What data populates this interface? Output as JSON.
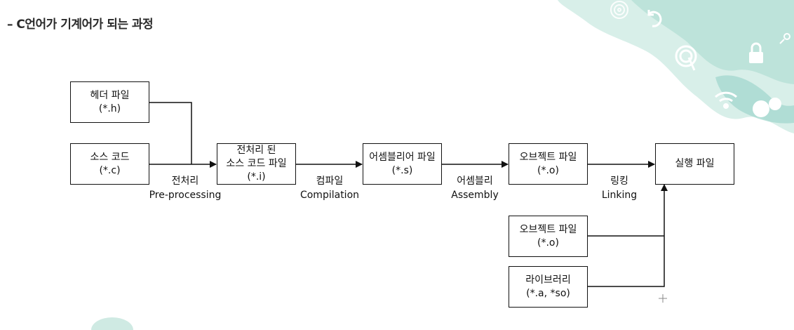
{
  "title": "– C언어가 기계어가 되는 과정",
  "colors": {
    "line": "#111111",
    "deco_light": "#cfeae3",
    "deco_mid": "#9fd6cc",
    "deco_icon": "#ffffff"
  },
  "boxes": {
    "header": {
      "line1": "헤더 파일",
      "line2": "(*.h)"
    },
    "source": {
      "line1": "소스 코드",
      "line2": "(*.c)"
    },
    "preprocessed": {
      "line1": "전처리 된",
      "line2": "소스 코드 파일",
      "line3": "(*.i)"
    },
    "assembly": {
      "line1": "어셈블리어 파일",
      "line2": "(*.s)"
    },
    "object_main": {
      "line1": "오브젝트 파일",
      "line2": "(*.o)"
    },
    "executable": {
      "line1": "실행 파일"
    },
    "object_extra": {
      "line1": "오브젝트 파일",
      "line2": "(*.o)"
    },
    "library": {
      "line1": "라이브러리",
      "line2": "(*.a, *so)"
    }
  },
  "steps": {
    "preprocess": {
      "ko": "전처리",
      "en": "Pre-processing"
    },
    "compile": {
      "ko": "컴파일",
      "en": "Compilation"
    },
    "assemble": {
      "ko": "어셈블리",
      "en": "Assembly"
    },
    "link": {
      "ko": "링킹",
      "en": "Linking"
    }
  },
  "icons": [
    "fingerprint-icon",
    "sync-icon",
    "touch-icon",
    "lock-icon",
    "wifi-icon",
    "gear-icon",
    "key-icon",
    "cursor-icon"
  ]
}
